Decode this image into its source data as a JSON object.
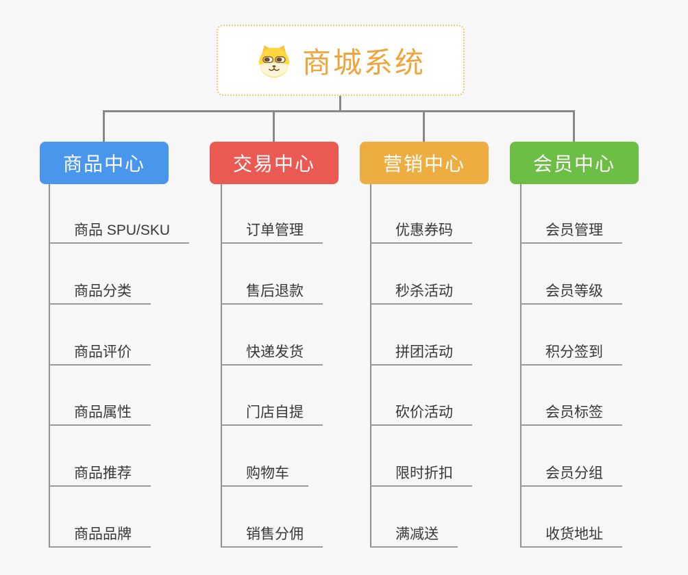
{
  "canvas": {
    "background": "#f7f7f7"
  },
  "root": {
    "title": "商城系统",
    "icon": "shiba-dog-face",
    "title_color": "#f0a53c",
    "border_color": "#f3c573"
  },
  "connector_color": "#878787",
  "branches": [
    {
      "id": "product-center",
      "label": "商品中心",
      "color": "#4a96ec",
      "children": [
        "商品 SPU/SKU",
        "商品分类",
        "商品评价",
        "商品属性",
        "商品推荐",
        "商品品牌"
      ]
    },
    {
      "id": "trade-center",
      "label": "交易中心",
      "color": "#ea5a52",
      "children": [
        "订单管理",
        "售后退款",
        "快递发货",
        "门店自提",
        "购物车",
        "销售分佣"
      ]
    },
    {
      "id": "marketing-center",
      "label": "营销中心",
      "color": "#edad41",
      "children": [
        "优惠券码",
        "秒杀活动",
        "拼团活动",
        "砍价活动",
        "限时折扣",
        "满减送"
      ]
    },
    {
      "id": "member-center",
      "label": "会员中心",
      "color": "#6cbe45",
      "children": [
        "会员管理",
        "会员等级",
        "积分签到",
        "会员标签",
        "会员分组",
        "收货地址"
      ]
    }
  ]
}
